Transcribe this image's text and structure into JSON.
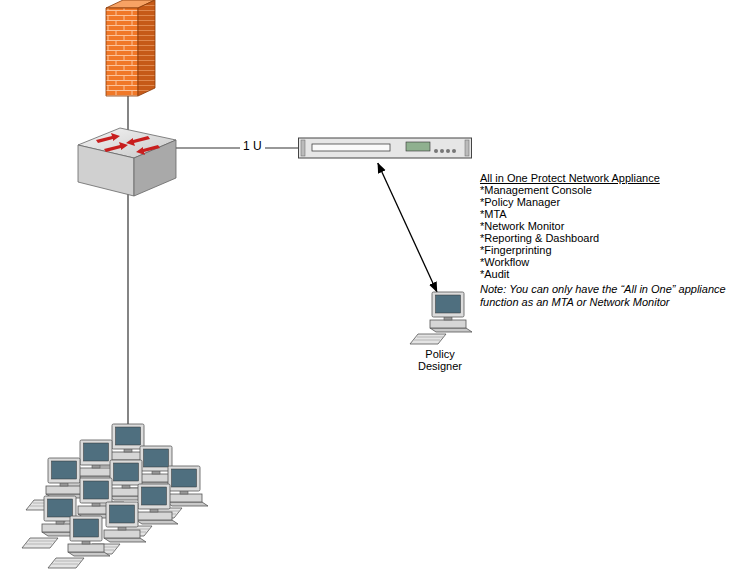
{
  "diagram": {
    "nodes": [
      {
        "text": [
          "All in One Protect Network Appliance",
          "*Management Console",
          "*Policy Manager",
          "*MTA",
          "*Network Monitor",
          "*Reporting & Dashboard",
          "*Fingerprinting",
          "*Workflow",
          "*Audit"
        ]
      },
      {
        "text": [
          "Policy Designer"
        ]
      }
    ],
    "edges": [
      {
        "from": 0,
        "to": 1,
        "arrow": "both"
      }
    ],
    "labels": [
      "1 U",
      "Note: You can only have the “All in One” appliance function as an MTA or Network Monitor"
    ]
  }
}
